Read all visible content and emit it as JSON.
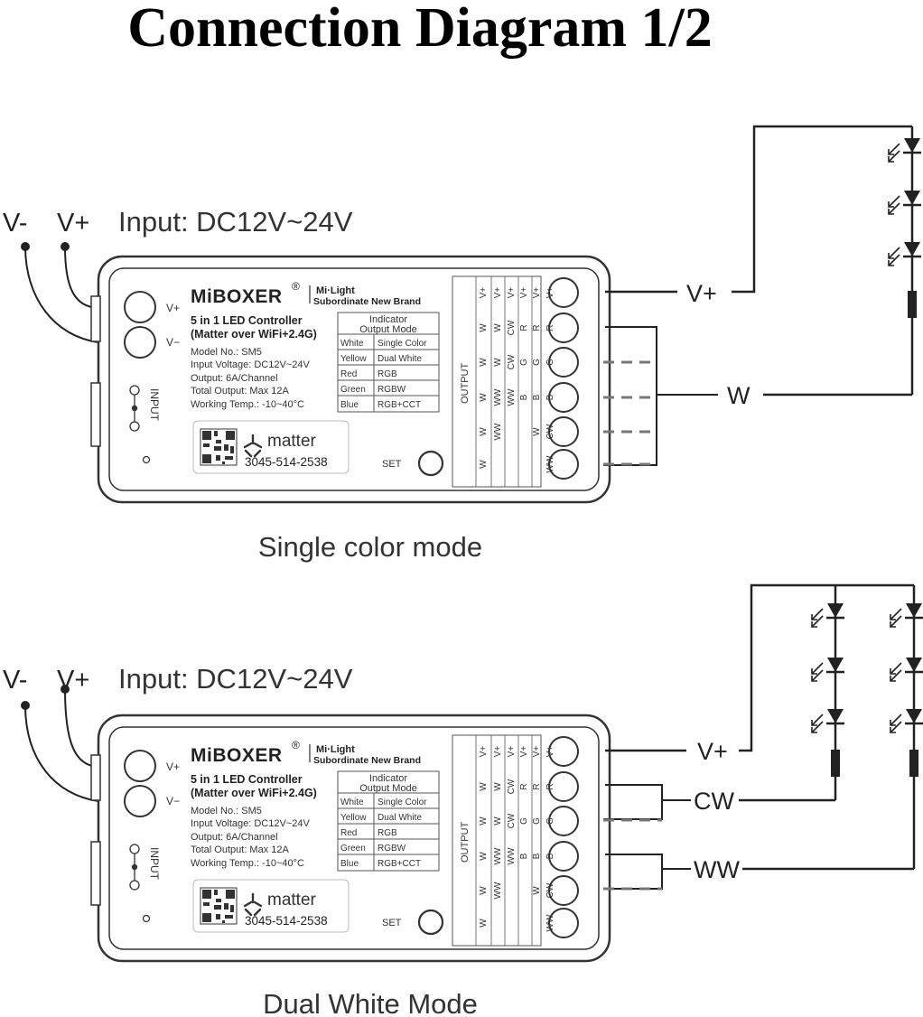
{
  "title": "Connection Diagram 1/2",
  "colors": {
    "line": "#222222",
    "dash": "#777777",
    "device_stroke": "#333333"
  },
  "input": {
    "v_minus": "V-",
    "v_plus": "V+",
    "label": "Input: DC12V~24V"
  },
  "device": {
    "brand": "MiBOXER",
    "reg_mark": "®",
    "subbrand_line1": "Mi·Light",
    "subbrand_line2": "Subordinate New Brand",
    "product_line1": "5 in 1 LED Controller",
    "product_line2": "(Matter over WiFi+2.4G)",
    "model": "Model No.: SM5",
    "voltage": "Input Voltage: DC12V~24V",
    "output": "Output: 6A/Channel",
    "total": "Total Output: Max 12A",
    "temp": "Working Temp.: -10~40°C",
    "button_vplus": "V+",
    "button_vminus": "V−",
    "input_label": "INPUT",
    "matter_label": "matter",
    "matter_code": "3045-514-2538",
    "set_label": "SET",
    "output_label": "OUTPUT",
    "indicator_title_1": "Indicator",
    "indicator_title_2": "Output Mode",
    "indicator_rows": [
      {
        "color": "White",
        "mode": "Single Color"
      },
      {
        "color": "Yellow",
        "mode": "Dual White"
      },
      {
        "color": "Red",
        "mode": "RGB"
      },
      {
        "color": "Green",
        "mode": "RGBW"
      },
      {
        "color": "Blue",
        "mode": "RGB+CCT"
      }
    ],
    "terminal_columns": [
      [
        "V+",
        "W",
        "W",
        "W",
        "W",
        "W"
      ],
      [
        "V+",
        "W",
        "W",
        "WW",
        "WW",
        ""
      ],
      [
        "V+",
        "CW",
        "CW",
        "WW",
        "",
        ""
      ],
      [
        "V+",
        "R",
        "G",
        "B",
        "",
        ""
      ],
      [
        "V+",
        "R",
        "G",
        "B",
        "W",
        ""
      ],
      [
        "V+",
        "R",
        "G",
        "B",
        "CW",
        "WW"
      ]
    ]
  },
  "diagrams": [
    {
      "mode_label": "Single color mode",
      "wire_labels": [
        "V+",
        "W"
      ]
    },
    {
      "mode_label": "Dual White Mode",
      "wire_labels": [
        "V+",
        "CW",
        "WW"
      ]
    }
  ]
}
